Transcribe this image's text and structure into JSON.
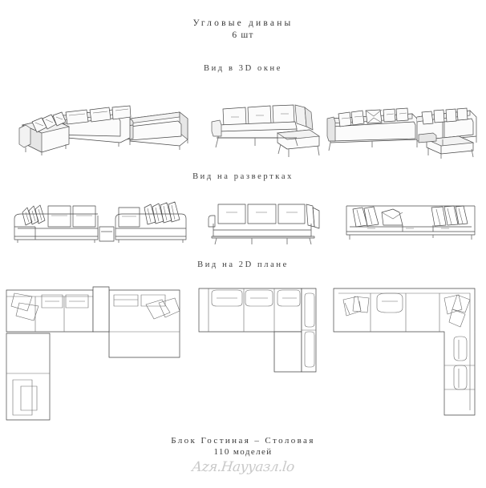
{
  "page": {
    "background_color": "#ffffff",
    "text_color": "#3a3a3a",
    "line_color": "#4a4a4a"
  },
  "title": {
    "main": "Угловые диваны",
    "count": "6 шт"
  },
  "sections": [
    {
      "id": "view-3d",
      "heading": "Вид в 3D окне"
    },
    {
      "id": "view-elev",
      "heading": "Вид на  развертках"
    },
    {
      "id": "view-plan",
      "heading": "Вид на  2D плане"
    }
  ],
  "figures": {
    "view_3d": [
      {
        "name": "sofa-3d-1",
        "caption": ""
      },
      {
        "name": "sofa-3d-2",
        "caption": ""
      },
      {
        "name": "sofa-3d-3",
        "caption": ""
      }
    ],
    "view_elevation": [
      {
        "name": "sofa-elevation-1",
        "caption": ""
      },
      {
        "name": "sofa-elevation-2",
        "caption": ""
      },
      {
        "name": "sofa-elevation-3",
        "caption": ""
      }
    ],
    "view_plan": [
      {
        "name": "sofa-plan-1",
        "caption": ""
      },
      {
        "name": "sofa-plan-2",
        "caption": ""
      },
      {
        "name": "sofa-plan-3",
        "caption": ""
      }
    ]
  },
  "footer": {
    "line1": "Блок Гостиная – Столовая",
    "line2": "110 моделей",
    "signature": "Аzя.Наууазл.lo"
  }
}
